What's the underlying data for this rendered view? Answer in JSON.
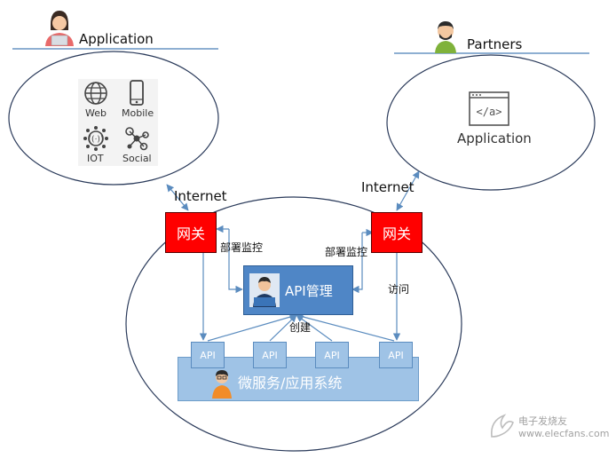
{
  "app_group": {
    "title": "Application",
    "icons": [
      {
        "label": "Web",
        "icon": "globe-icon"
      },
      {
        "label": "Mobile",
        "icon": "mobile-phone-icon"
      },
      {
        "label": "IOT",
        "icon": "iot-chip-icon"
      },
      {
        "label": "Social",
        "icon": "social-network-icon"
      }
    ]
  },
  "partners_group": {
    "title": "Partners",
    "app_label": "Application"
  },
  "internet_left": "Internet",
  "internet_right": "Internet",
  "gateway_left": "网关",
  "gateway_right": "网关",
  "deploy_left": "部署监控",
  "deploy_right": "部署监控",
  "access": "访问",
  "api_mgmt": "API管理",
  "create": "创建",
  "apis": [
    "API",
    "API",
    "API",
    "API"
  ],
  "microservice": "微服务/应用系统",
  "watermark": "电子发烧友 www.elecfans.com",
  "colors": {
    "gateway": "#ff0000",
    "api_mgmt": "#4f86c6",
    "microservice_bar": "#9fc3e6",
    "arrow": "#5b8cbf"
  }
}
